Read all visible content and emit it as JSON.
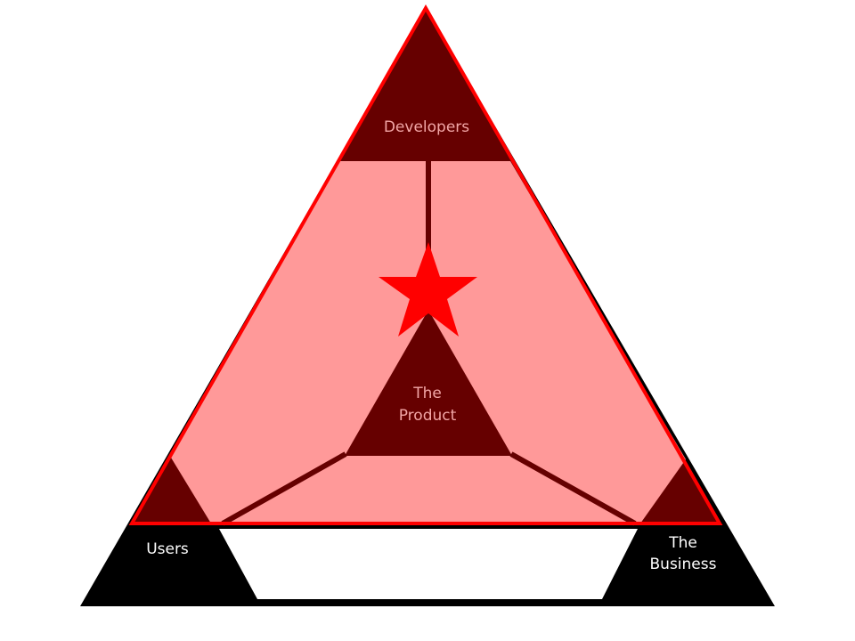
{
  "diagram": {
    "nodes": {
      "developers": "Developers",
      "product_line1": "The",
      "product_line2": "Product",
      "users": "Users",
      "business_line1": "The",
      "business_line2": "Business"
    },
    "colors": {
      "outer_triangle": "#000000",
      "dark_section": "#660000",
      "highlight_fill": "#ff9999",
      "highlight_border": "#ff0000",
      "star": "#ff0000",
      "inner_base_band": "#ffffff",
      "connector_lines": "#660000"
    },
    "icons": [
      "star-icon"
    ]
  }
}
